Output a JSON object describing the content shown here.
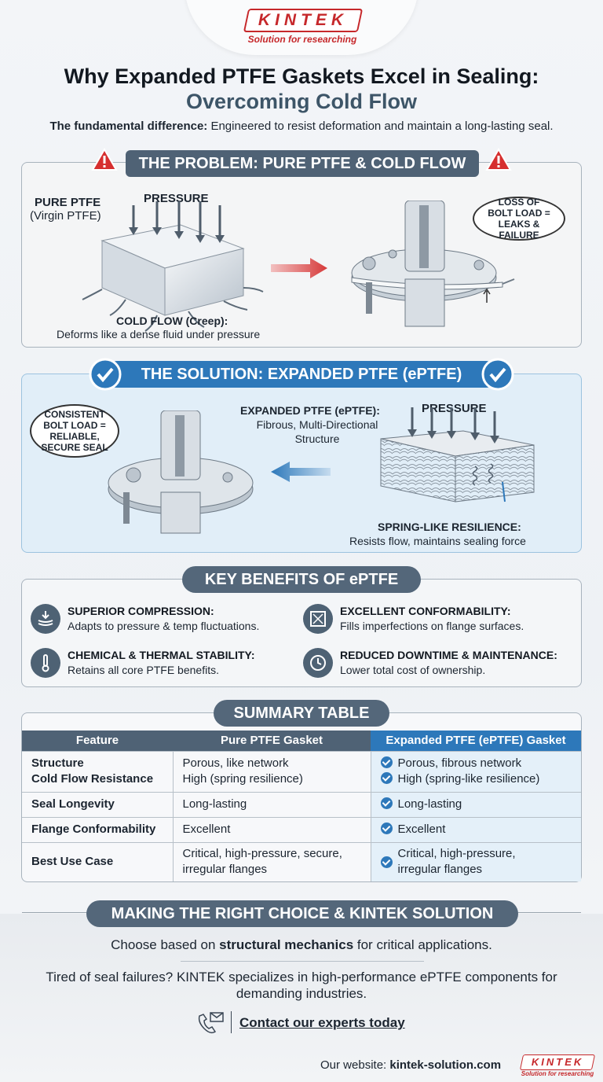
{
  "brand": {
    "name": "KINTEK",
    "tagline": "Solution for researching",
    "primary_color": "#c6282b"
  },
  "title": {
    "line1": "Why Expanded PTFE Gaskets Excel in Sealing:",
    "line2": "Overcoming Cold Flow"
  },
  "intro": {
    "bold": "The fundamental difference:",
    "rest": " Engineered to resist deformation and maintain a long-lasting seal."
  },
  "problem": {
    "heading": "THE PROBLEM: PURE PTFE & COLD FLOW",
    "material_label": "PURE PTFE",
    "material_sub": "(Virgin PTFE)",
    "pressure": "PRESSURE",
    "cold_flow_title": "COLD FLOW (Creep):",
    "cold_flow_desc": "Deforms like a dense fluid under pressure",
    "bubble": "LOSS OF BOLT LOAD = LEAKS & FAILURE"
  },
  "solution": {
    "heading": "THE SOLUTION: EXPANDED PTFE (ePTFE)",
    "bubble": "CONSISTENT BOLT LOAD = RELIABLE, SECURE SEAL",
    "material_title": "EXPANDED PTFE (ePTFE):",
    "material_desc1": "Fibrous, Multi-Directional",
    "material_desc2": "Structure",
    "pressure": "PRESSURE",
    "spring_title": "SPRING-LIKE RESILIENCE:",
    "spring_desc": "Resists flow, maintains sealing force"
  },
  "benefits": {
    "heading": "KEY BENEFITS OF ePTFE",
    "items": [
      {
        "title": "SUPERIOR COMPRESSION:",
        "desc": "Adapts to pressure & temp fluctuations.",
        "icon": "compression-icon"
      },
      {
        "title": "EXCELLENT CONFORMABILITY:",
        "desc": "Fills imperfections on flange surfaces.",
        "icon": "conform-icon"
      },
      {
        "title": "CHEMICAL & THERMAL STABILITY:",
        "desc": "Retains all core PTFE benefits.",
        "icon": "thermometer-icon"
      },
      {
        "title": "REDUCED DOWNTIME & MAINTENANCE:",
        "desc": "Lower total cost of ownership.",
        "icon": "clock-money-icon"
      }
    ]
  },
  "summary": {
    "heading": "SUMMARY TABLE",
    "headers": [
      "Feature",
      "Pure PTFE Gasket",
      "Expanded PTFE (ePTFE) Gasket"
    ],
    "rows": [
      {
        "f1": "Structure",
        "f2": "Cold Flow Resistance",
        "p1": "Porous, like network",
        "p2": "High (spring resilience)",
        "e1": "Porous, fibrous network",
        "e2": "High (spring-like resilience)"
      },
      {
        "f1": "Seal Longevity",
        "p1": "Long-lasting",
        "e1": "Long-lasting"
      },
      {
        "f1": "Flange Conformability",
        "p1": "Excellent",
        "e1": "Excellent"
      },
      {
        "f1": "Best Use Case",
        "p1": "Critical, high-pressure, secure,",
        "p2": "irregular flanges",
        "e1": "Critical, high-pressure,",
        "e2": "irregular flanges"
      }
    ]
  },
  "choice": {
    "heading": "MAKING THE RIGHT CHOICE & KINTEK SOLUTION",
    "choose_pre": "Choose based on ",
    "choose_bold": "structural mechanics",
    "choose_post": " for critical applications.",
    "tired": "Tired of seal failures? KINTEK specializes in high-performance ePTFE components for demanding industries.",
    "contact": "Contact our experts today"
  },
  "footer": {
    "website_label": "Our website: ",
    "website": "kintek-solution.com"
  }
}
